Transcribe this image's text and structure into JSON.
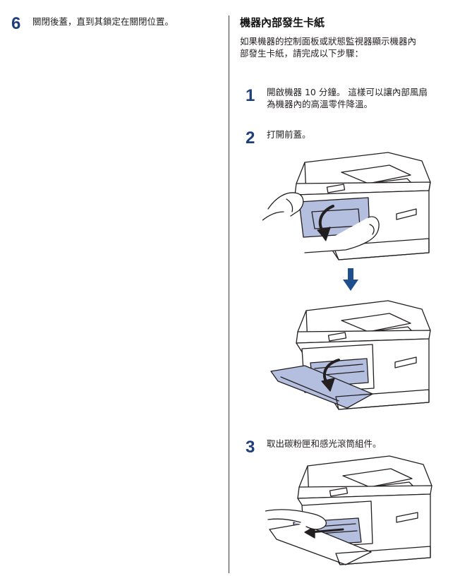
{
  "left_column": {
    "step_number": "6",
    "step_text": "關閉後蓋，直到其鎖定在關閉位置。"
  },
  "right_column": {
    "section_title": "機器內部發生卡紙",
    "intro_lines": [
      "如果機器的控制面板或狀態監視器顯示機器內",
      "部發生卡紙，請完成以下步驟："
    ],
    "steps": [
      {
        "number": "1",
        "lines": [
          "開啟機器 10 分鐘。 這樣可以讓內部風扇",
          "為機器內的高溫零件降溫。"
        ]
      },
      {
        "number": "2",
        "lines": [
          "打開前蓋。"
        ]
      },
      {
        "number": "3",
        "lines": [
          "取出碳粉匣和感光滾筒組件。"
        ]
      }
    ]
  },
  "colors": {
    "step_number": "#1f3f7a",
    "highlight_fill": "#b4bfe0",
    "arrow_blue": "#1f4e8c"
  },
  "illustrations": {
    "step2_top": "printer-front-cover-closed-hands-opening",
    "step2_arrow": "arrow-down-icon",
    "step2_bottom": "printer-front-cover-open",
    "step3": "printer-toner-drum-removal"
  }
}
